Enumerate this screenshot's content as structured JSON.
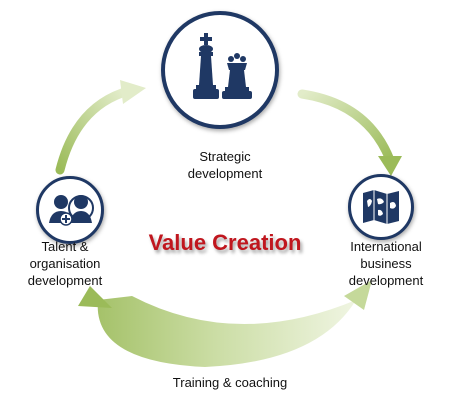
{
  "diagram": {
    "center_title": "Value Creation",
    "nodes": {
      "strategic": {
        "label_lines": [
          "Strategic",
          "development"
        ],
        "icon": "chess-pieces-icon"
      },
      "talent": {
        "label_lines": [
          "Talent &",
          "organisation",
          "development"
        ],
        "icon": "people-add-icon"
      },
      "international": {
        "label_lines": [
          "International",
          "business",
          "development"
        ],
        "icon": "world-map-icon"
      }
    },
    "bottom_label": "Training & coaching",
    "colors": {
      "accent_red": "#c0161e",
      "circle_border": "#1f3864",
      "icon_fill": "#1f3864",
      "arrow_green": "#9bbb59",
      "arrow_green_light": "#d7e4bd"
    }
  }
}
